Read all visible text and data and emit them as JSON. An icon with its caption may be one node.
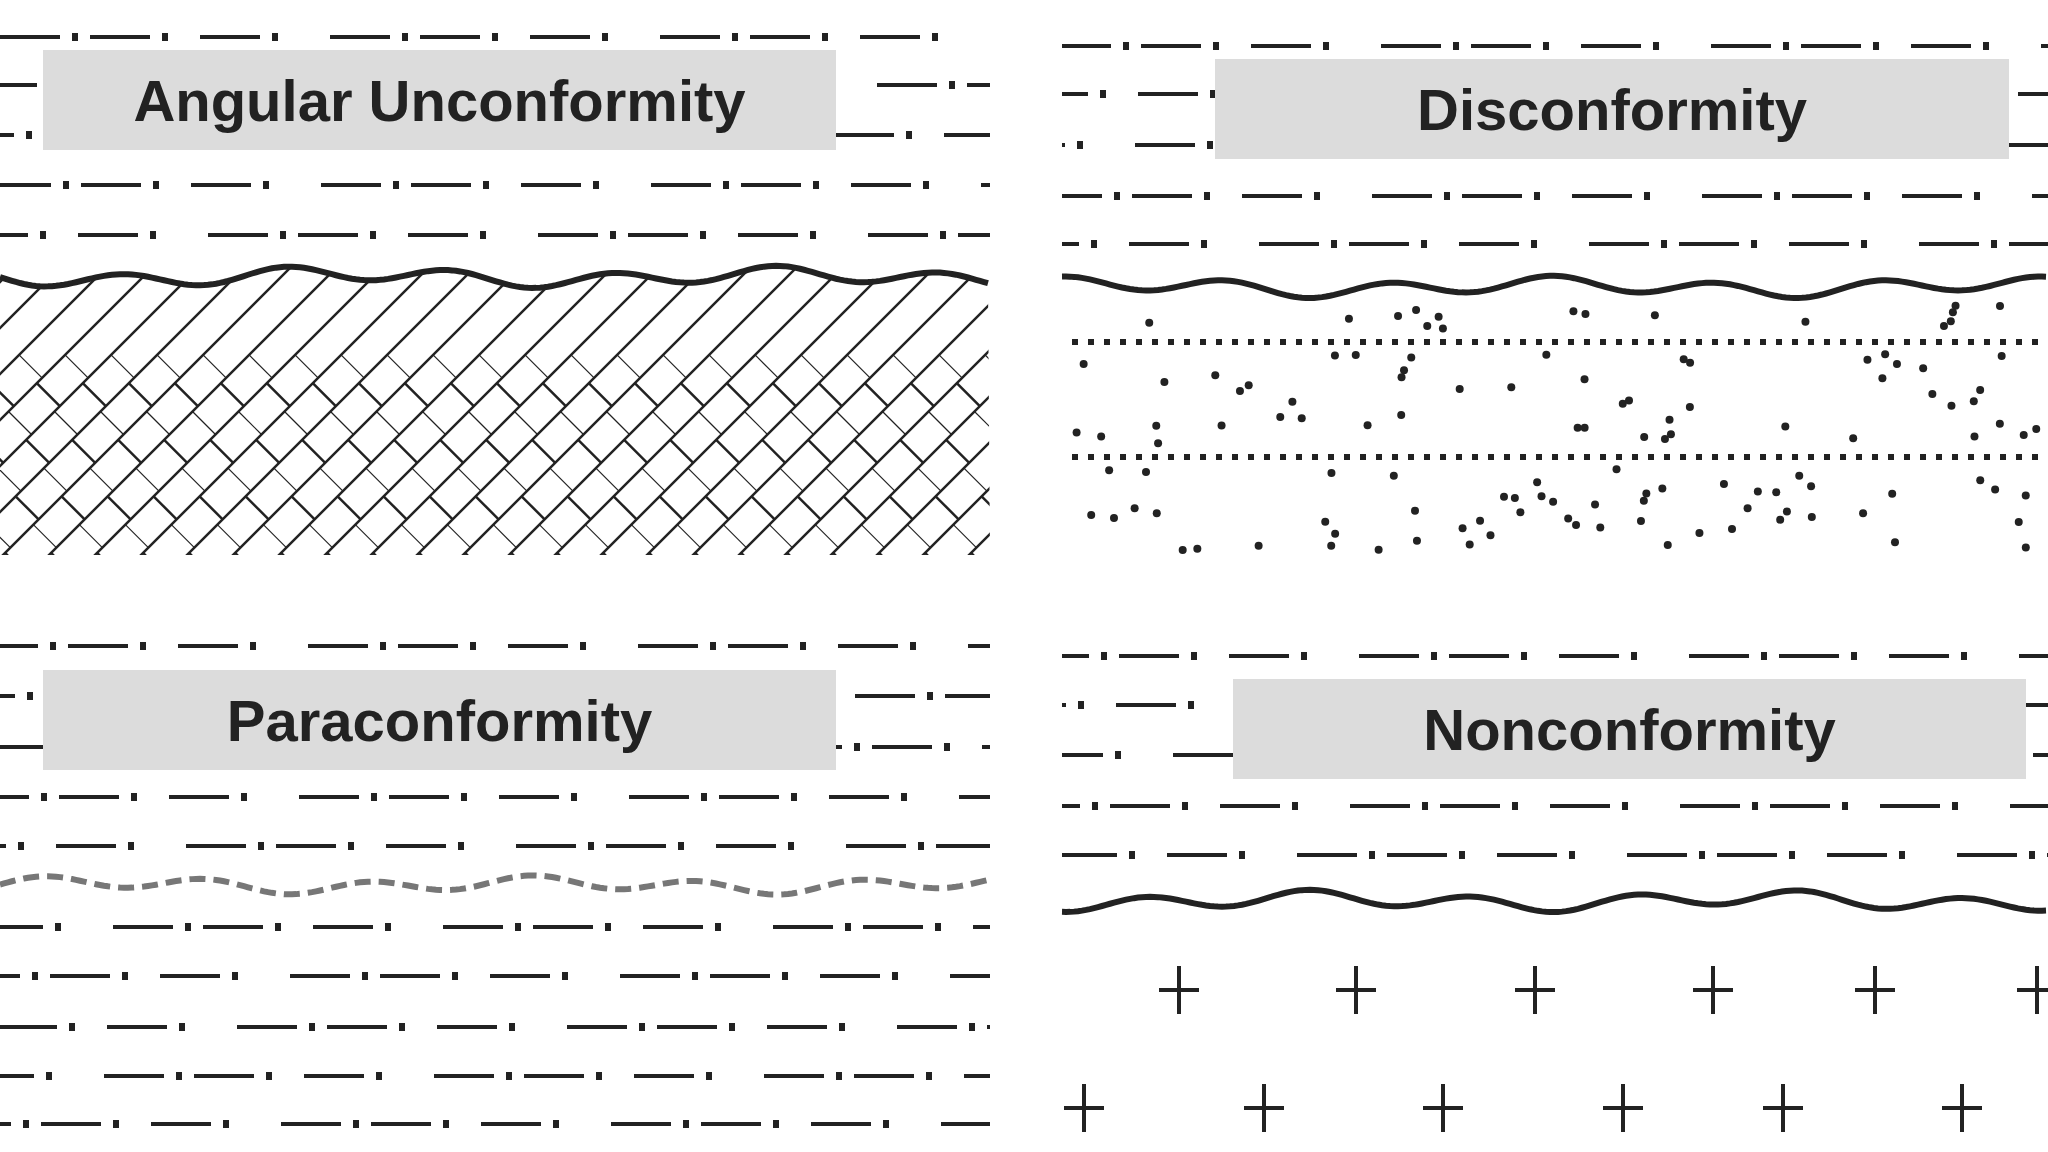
{
  "diagram": {
    "nodes": [
      {
        "text": [
          "Angular Unconformity"
        ]
      },
      {
        "text": [
          "Disconformity"
        ]
      },
      {
        "text": [
          "Paraconformity"
        ]
      },
      {
        "text": [
          "Nonconformity"
        ]
      }
    ]
  }
}
